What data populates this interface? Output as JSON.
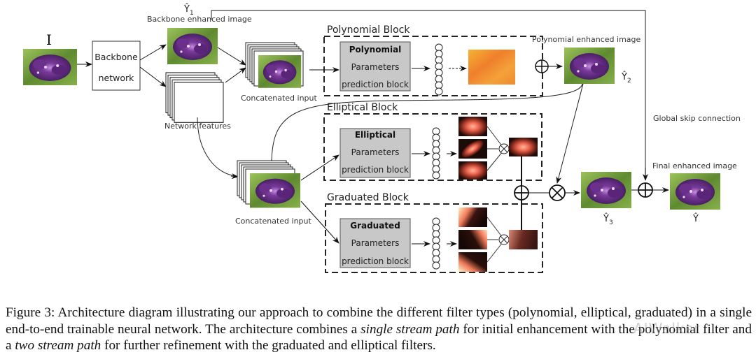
{
  "figure": {
    "input_symbol": "I",
    "backbone": {
      "line1": "Backbone",
      "line2": "network"
    },
    "labels": {
      "y1_symbol": "Ŷ",
      "y1_sub": "1",
      "backbone_enhanced": "Backbone enhanced image",
      "network_features": "Network features",
      "concat_input_top": "Concatenated input",
      "concat_input_bottom": "Concatenated input",
      "polynomial_enhanced": "Polynomial enhanced image",
      "y2_symbol": "Ŷ",
      "y2_sub": "2",
      "global_skip": "Global skip connection",
      "final_enhanced": "Final enhanced image",
      "y3_symbol": "Ŷ",
      "y3_sub": "3",
      "y_final_symbol": "Ŷ"
    },
    "blocks": [
      {
        "title": "Polynomial Block",
        "name": "Polynomial",
        "line2": "Parameters",
        "line3": "prediction block"
      },
      {
        "title": "Elliptical Block",
        "name": "Elliptical",
        "line2": "Parameters",
        "line3": "prediction block"
      },
      {
        "title": "Graduated Block",
        "name": "Graduated",
        "line2": "Parameters",
        "line3": "prediction block"
      }
    ],
    "operators": {
      "add": "⊕",
      "multiply": "⊗"
    },
    "colors": {
      "param_box_fill": "#c8c8c8",
      "flower_purple": "#5b2a7a",
      "leaf_green": "#6f9a3a",
      "heat_orange": "#f08a2a",
      "filter_red": "#e8584a",
      "filter_dark": "#1c0f0c"
    }
  },
  "caption": {
    "prefix": "Figure 3: Architecture diagram illustrating our approach to combine the different filter types (polynomial, elliptical, graduated) in a single end-to-end trainable neural network. The architecture combines a ",
    "italic1": "single stream path",
    "middle": " for initial enhancement with the polynomial filter and a ",
    "italic2": "two stream path",
    "suffix": " for further refinement with the graduated and elliptical filters."
  },
  "watermark": "AIWalker"
}
